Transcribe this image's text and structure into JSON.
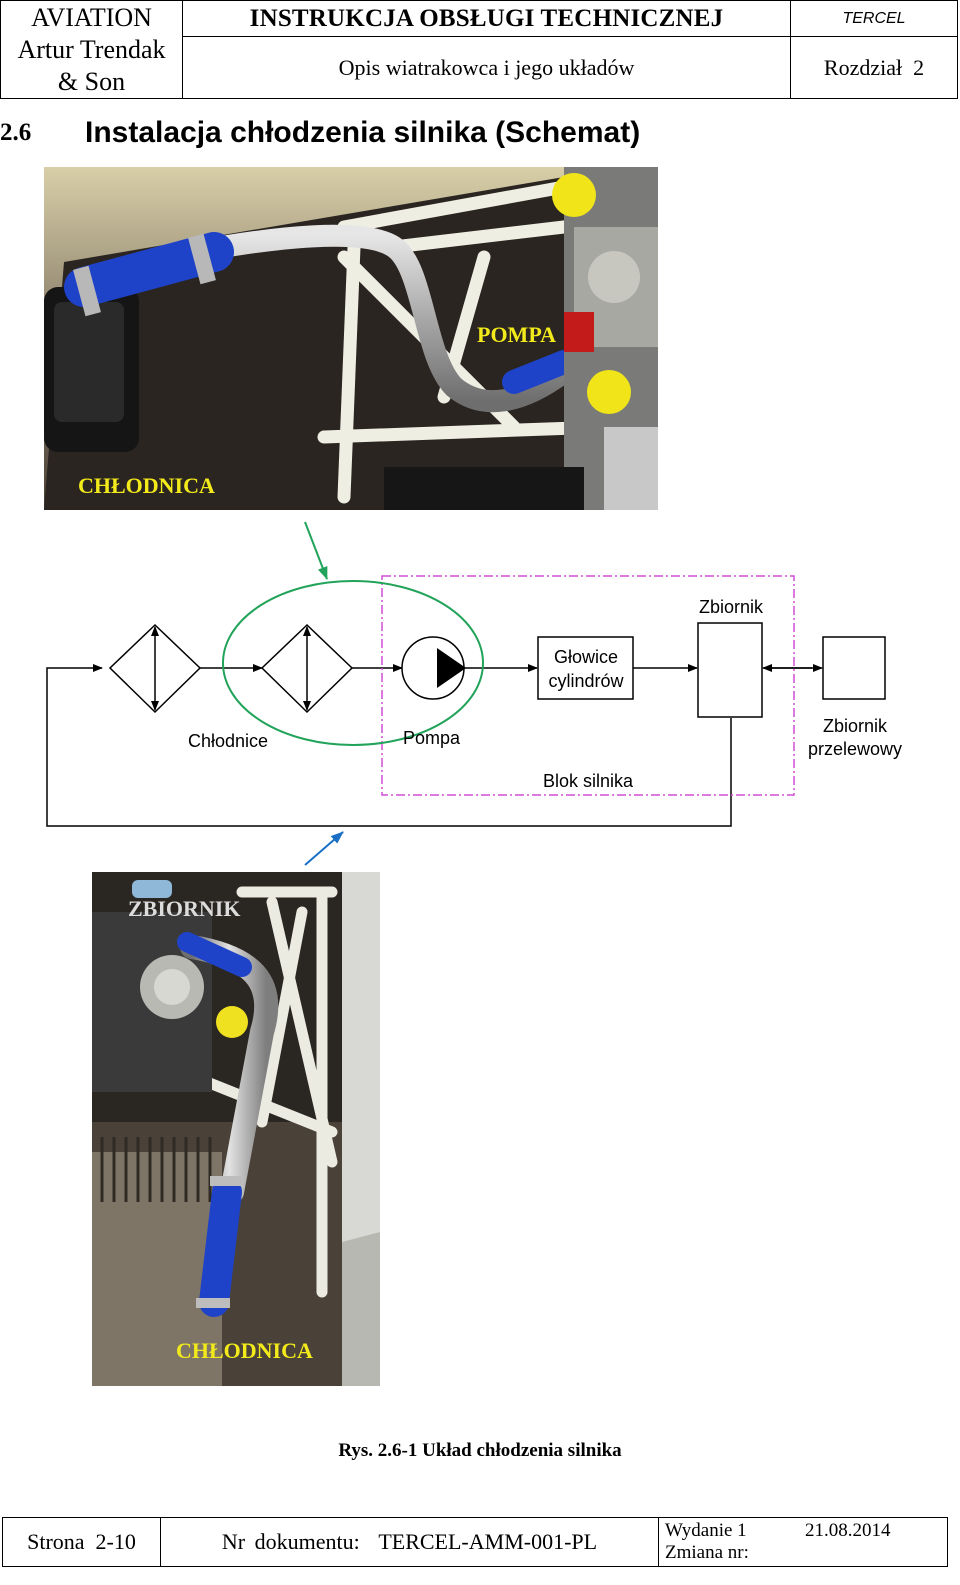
{
  "header": {
    "company_line1": "AVIATION",
    "company_line2": "Artur Trendak",
    "company_line3": "& Son",
    "manual_title": "INSTRUKCJA OBSŁUGI TECHNICZNEJ",
    "subtitle": "Opis wiatrakowca i jego układów",
    "model": "TERCEL",
    "chapter": "Rozdział  2"
  },
  "section": {
    "number": "2.6",
    "title": "Instalacja chłodzenia silnika (Schemat)"
  },
  "photo_top": {
    "label_pump": "POMPA",
    "label_radiator": "CHŁODNICA"
  },
  "diagram": {
    "label_radiators": "Chłodnice",
    "label_pump": "Pompa",
    "label_heads_line1": "Głowice",
    "label_heads_line2": "cylindrów",
    "label_tank": "Zbiornik",
    "label_overflow_line1": "Zbiornik",
    "label_overflow_line2": "przelewowy",
    "label_engine_block": "Blok silnika",
    "colors": {
      "highlight_circle": "#22a35a",
      "engine_block_border": "#d24fd6",
      "arrow_blue": "#1a6fc4"
    }
  },
  "photo_bottom": {
    "label_tank": "ZBIORNIK",
    "label_radiator": "CHŁODNICA"
  },
  "caption": "Rys. 2.6-1 Układ chłodzenia silnika",
  "footer": {
    "page": "Strona  2-10",
    "document": "Nr dokumentu:  TERCEL-AMM-001-PL",
    "edition": "Wydanie 1",
    "date": "21.08.2014",
    "change": "Zmiana nr:"
  }
}
